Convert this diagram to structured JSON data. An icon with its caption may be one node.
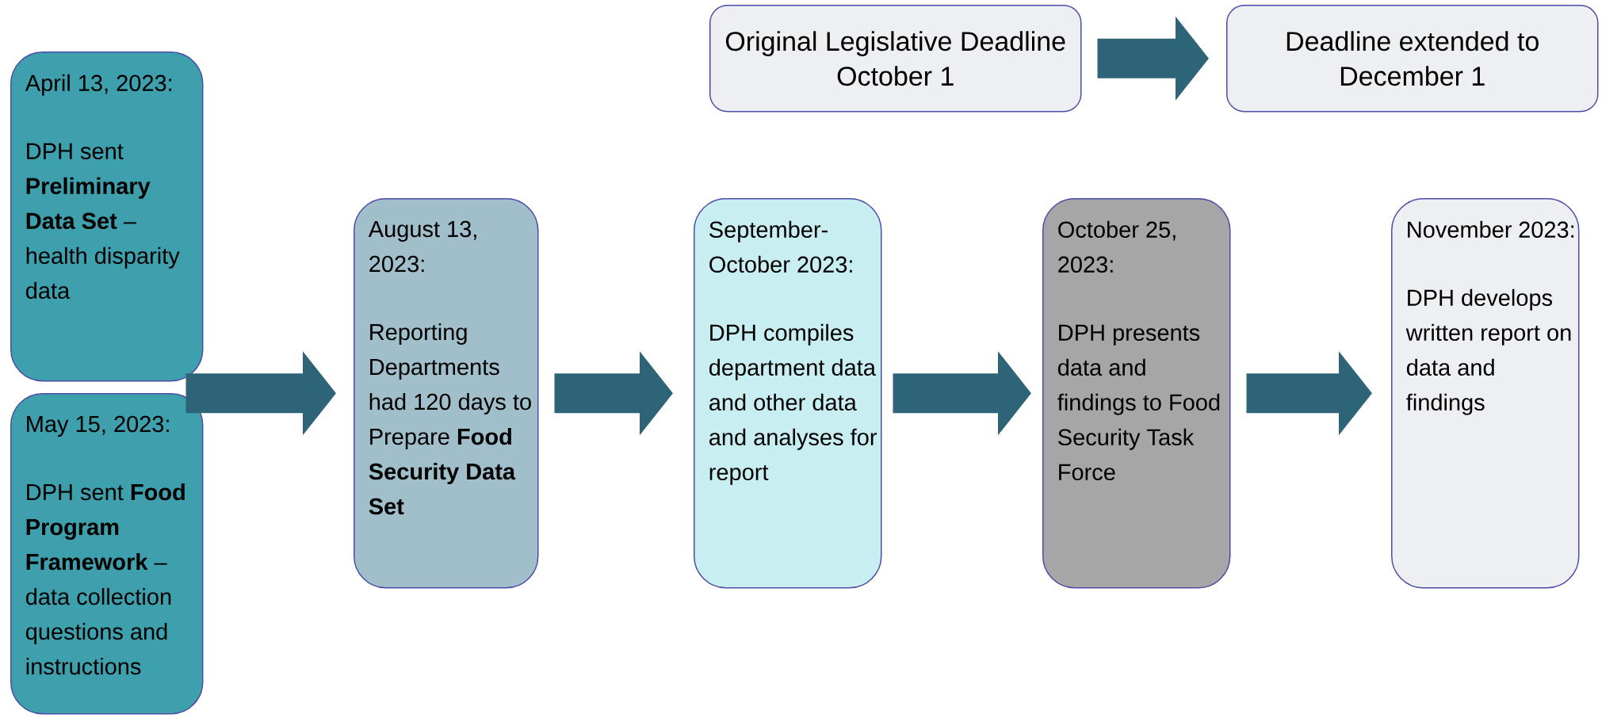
{
  "diagram": {
    "nodes": [
      {
        "text": [
          "April 13, 2023:",
          "DPH sent **Preliminary Data Set** – health disparity data"
        ]
      },
      {
        "text": [
          "May 15, 2023:",
          "DPH sent **Food Program Framework** – data collection questions and instructions"
        ]
      },
      {
        "text": [
          "August 13, 2023:",
          "Reporting Departments had 120 days to Prepare **Food Security Data Set**"
        ]
      },
      {
        "text": [
          "September-October 2023:",
          "DPH compiles department data and other data and analyses for report"
        ]
      },
      {
        "text": [
          "October 25, 2023:",
          "DPH presents data and findings to Food Security Task Force"
        ]
      },
      {
        "text": [
          "November 2023:",
          "DPH develops written report on data and findings"
        ]
      },
      {
        "text": [
          "Original Legislative Deadline October 1"
        ]
      },
      {
        "text": [
          "Deadline extended to December 1"
        ]
      }
    ],
    "edges": [
      {
        "from": 0,
        "to": 2,
        "arrow": "to"
      },
      {
        "from": 1,
        "to": 2,
        "arrow": "to"
      },
      {
        "from": 2,
        "to": 3,
        "arrow": "to"
      },
      {
        "from": 3,
        "to": 4,
        "arrow": "to"
      },
      {
        "from": 4,
        "to": 5,
        "arrow": "to"
      },
      {
        "from": 6,
        "to": 7,
        "arrow": "to"
      }
    ]
  }
}
